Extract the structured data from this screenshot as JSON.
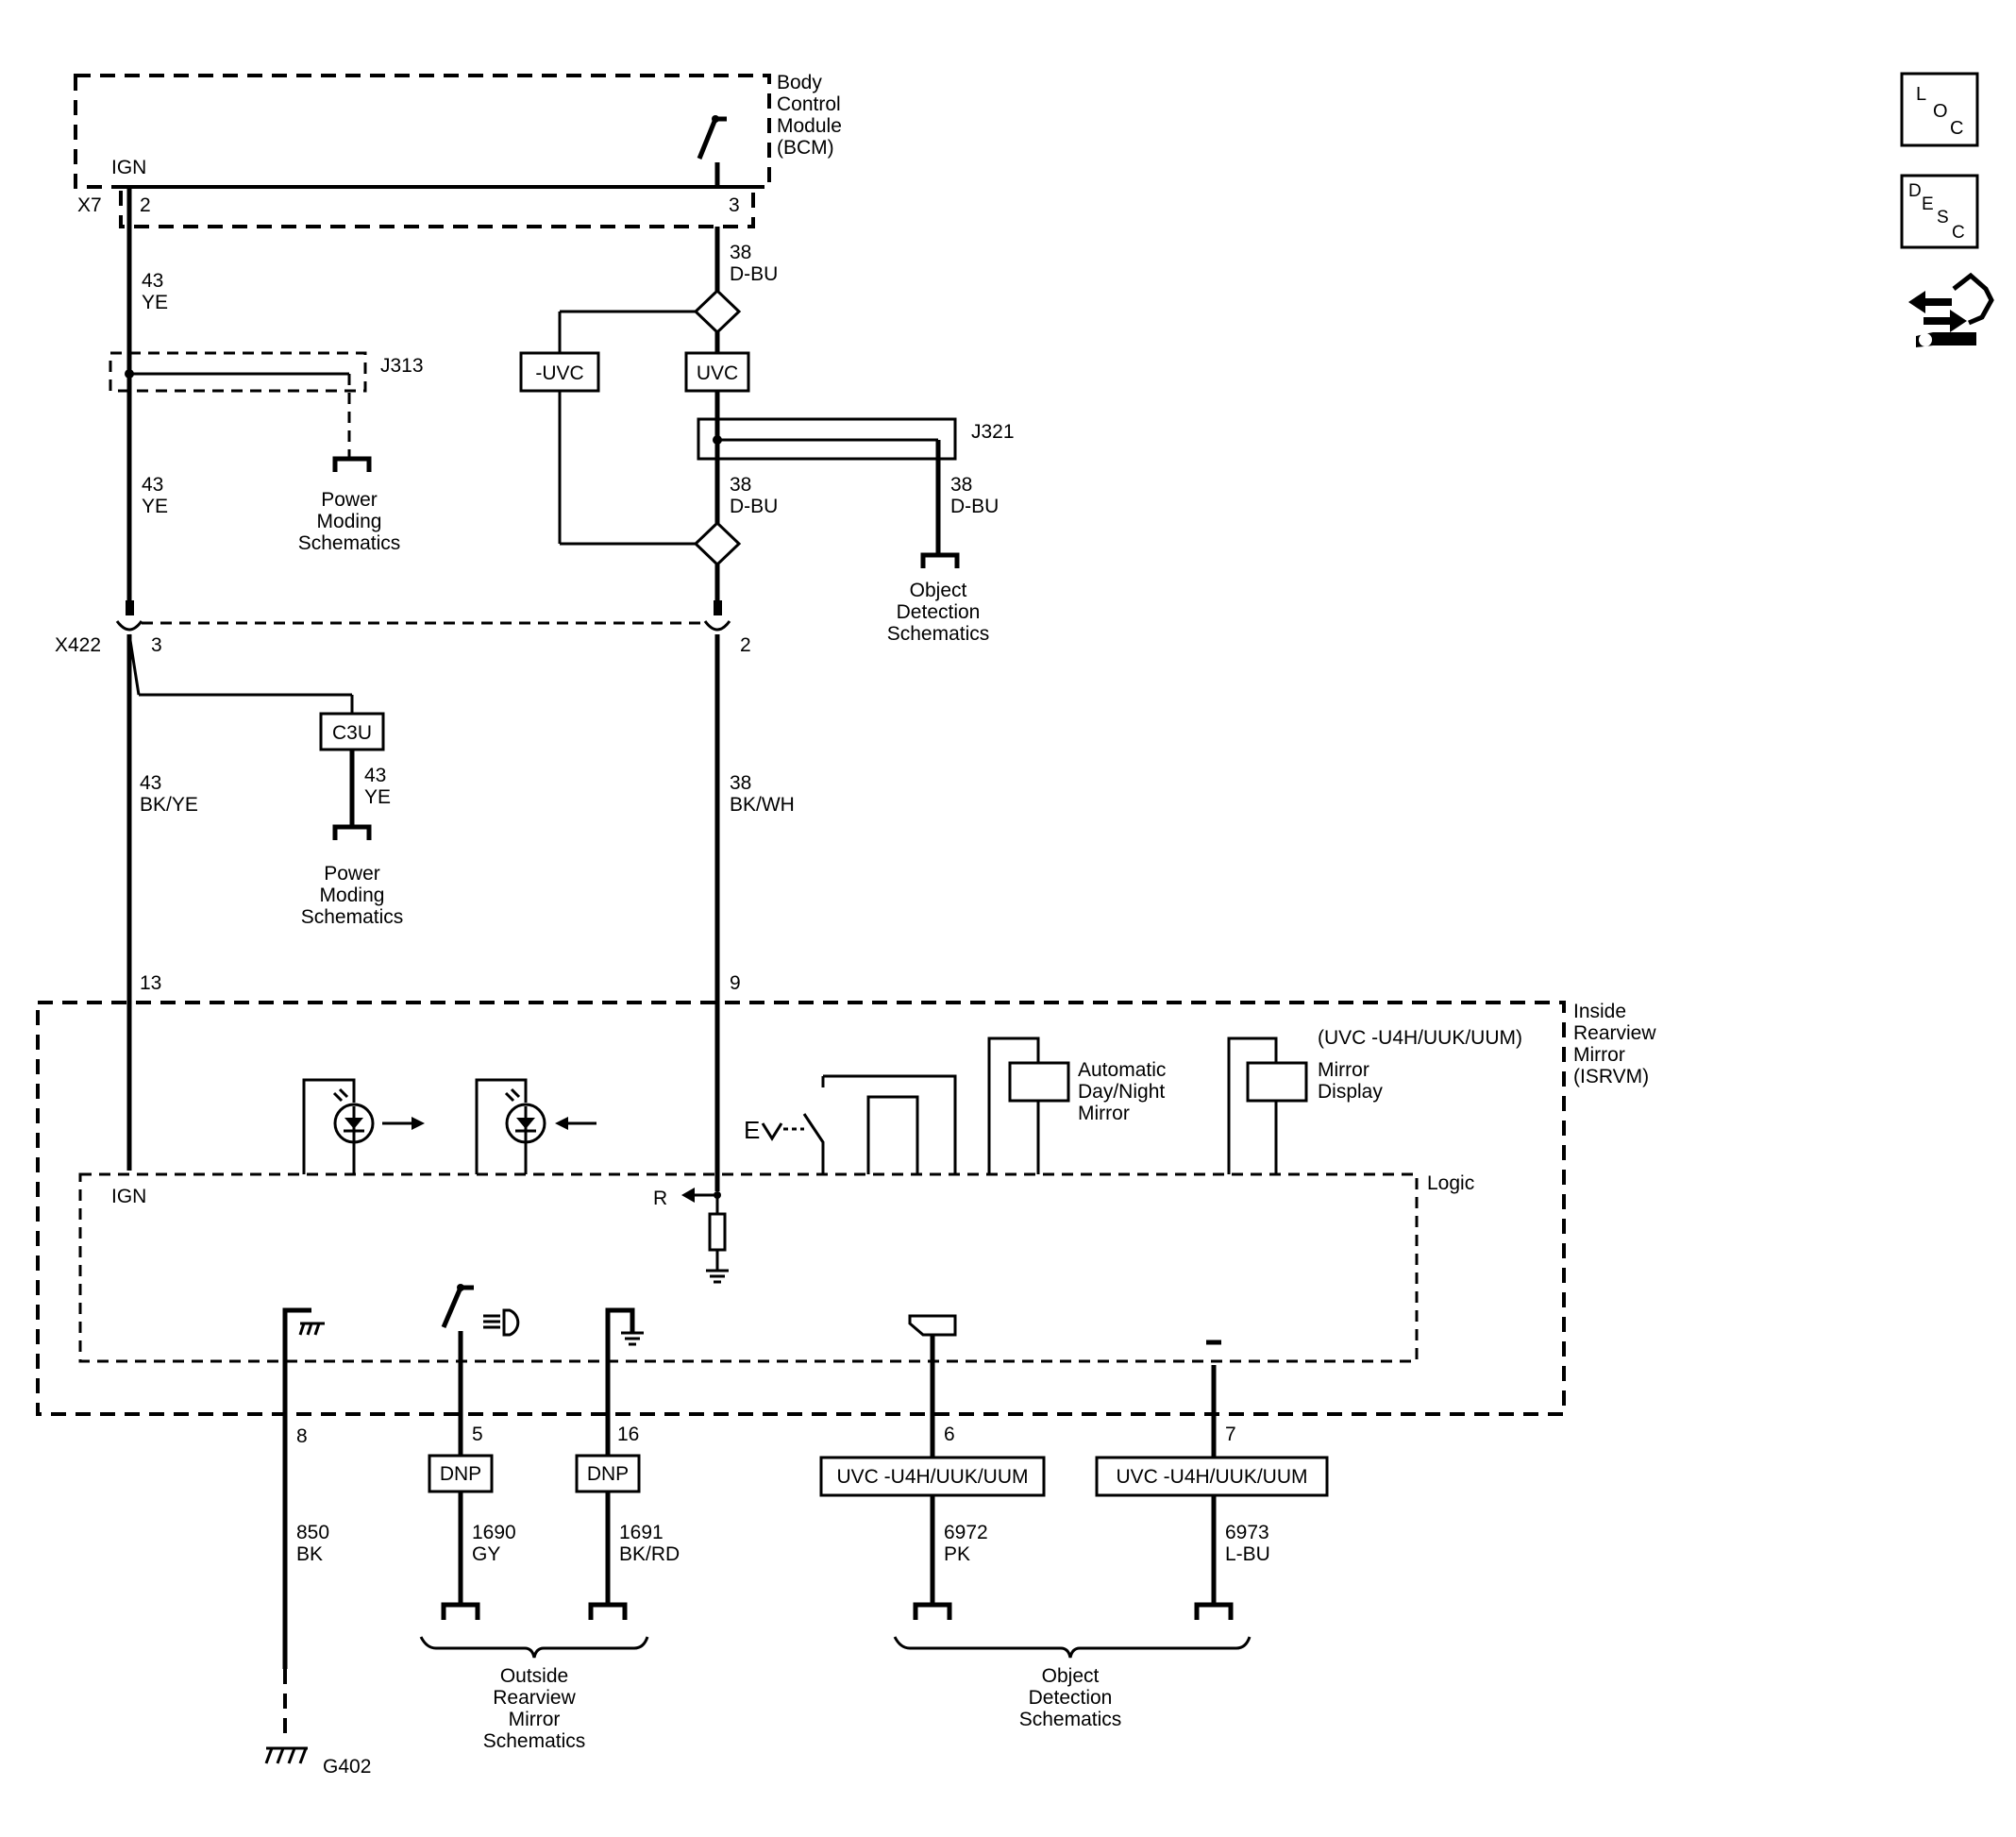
{
  "bcm": {
    "label": [
      "Body",
      "Control",
      "Module",
      "(BCM)"
    ],
    "ign": "IGN",
    "connector": "X7",
    "pin_ign": "2",
    "pin_switch": "3"
  },
  "wires": {
    "w43_ye_1": [
      "43",
      "YE"
    ],
    "w43_ye_2": [
      "43",
      "YE"
    ],
    "w43_ye_3": [
      "43",
      "YE"
    ],
    "w43_bkye": [
      "43",
      "BK/YE"
    ],
    "w38_dbu_1": [
      "38",
      "D-BU"
    ],
    "w38_dbu_2": [
      "38",
      "D-BU"
    ],
    "w38_dbu_3": [
      "38",
      "D-BU"
    ],
    "w38_bkwh": [
      "38",
      "BK/WH"
    ],
    "w850": [
      "850",
      "BK"
    ],
    "w1690": [
      "1690",
      "GY"
    ],
    "w1691": [
      "1691",
      "BK/RD"
    ],
    "w6972": [
      "6972",
      "PK"
    ],
    "w6973": [
      "6973",
      "L-BU"
    ]
  },
  "splices": {
    "j313": "J313",
    "j321": "J321"
  },
  "options": {
    "not_uvc": "-UVC",
    "uvc": "UVC",
    "c3u": "C3U",
    "dnp_1": "DNP",
    "dnp_2": "DNP",
    "uvc_u4h_1": "UVC -U4H/UUK/UUM",
    "uvc_u4h_2": "UVC -U4H/UUK/UUM"
  },
  "refs": {
    "power_moding_1": [
      "Power",
      "Moding",
      "Schematics"
    ],
    "power_moding_2": [
      "Power",
      "Moding",
      "Schematics"
    ],
    "object_detection_1": [
      "Object",
      "Detection",
      "Schematics"
    ],
    "object_detection_2": [
      "Object",
      "Detection",
      "Schematics"
    ],
    "outside_mirror": [
      "Outside",
      "Rearview",
      "Mirror",
      "Schematics"
    ]
  },
  "x422": {
    "label": "X422",
    "pin_a": "3",
    "pin_b": "2"
  },
  "isrvm": {
    "label": [
      "Inside",
      "Rearview",
      "Mirror",
      "(ISRVM)"
    ],
    "pin_ign": "13",
    "pin_r": "9",
    "pin_gnd": "8",
    "pin_5": "5",
    "pin_16": "16",
    "pin_6": "6",
    "pin_7": "7",
    "auto_dim": [
      "Automatic",
      "Day/Night",
      "Mirror"
    ],
    "display_option": "(UVC -U4H/UUK/UUM)",
    "display": [
      "Mirror",
      "Display"
    ],
    "logic": "Logic",
    "ign": "IGN",
    "r": "R"
  },
  "ground": {
    "label": "G402"
  },
  "nav": {
    "loc": [
      "L",
      "O",
      "C"
    ],
    "desc": [
      "D",
      "E",
      "S",
      "C"
    ],
    "icons": [
      "loc-icon",
      "desc-icon",
      "component-test-icon"
    ]
  }
}
